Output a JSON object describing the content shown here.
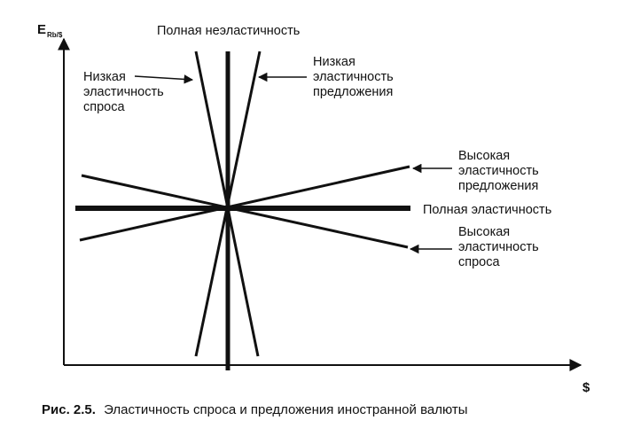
{
  "axes": {
    "y_label": "E",
    "y_label_sub": "Rb/$",
    "x_label": "$"
  },
  "labels": {
    "perfect_inelasticity": "Полная неэластичность",
    "low_demand": [
      "Низкая",
      "эластичность",
      "спроса"
    ],
    "low_supply": [
      "Низкая",
      "эластичность",
      "предложения"
    ],
    "high_supply": [
      "Высокая",
      "эластичность",
      "предложения"
    ],
    "perfect_elasticity": "Полная эластичность",
    "high_demand": [
      "Высокая",
      "эластичность",
      "спроса"
    ]
  },
  "caption": {
    "number": "Рис. 2.5.",
    "text": "Эластичность спроса и предложения иностранной валюты"
  }
}
